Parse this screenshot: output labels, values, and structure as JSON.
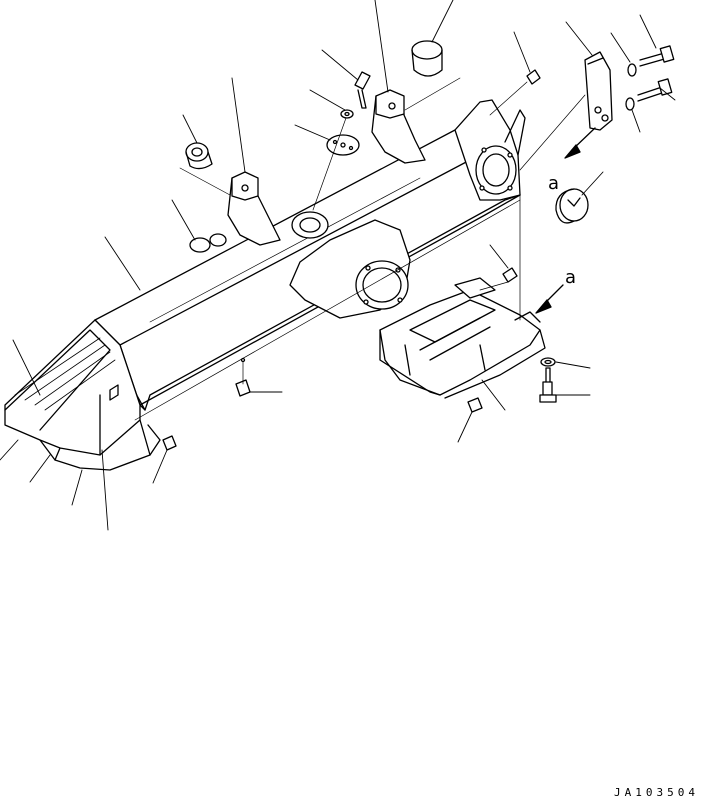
{
  "diagram": {
    "view_label_top": "a",
    "view_label_guard": "a",
    "drawing_code": "JA103504"
  }
}
